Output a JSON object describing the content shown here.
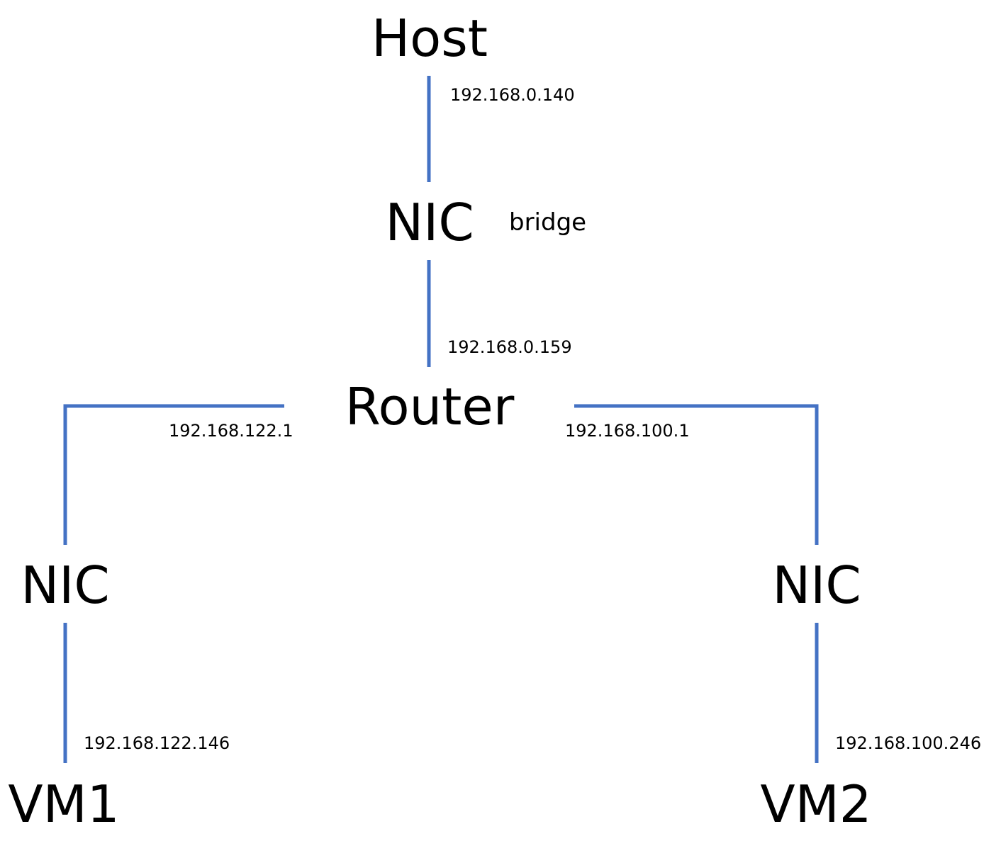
{
  "colors": {
    "link": "#4472C4",
    "text": "#000000",
    "background": "#FFFFFF"
  },
  "nodes": {
    "host": "Host",
    "nic_top": "NIC",
    "router": "Router",
    "nic_left": "NIC",
    "nic_right": "NIC",
    "vm1": "VM1",
    "vm2": "VM2"
  },
  "annotations": {
    "bridge": "bridge"
  },
  "ips": {
    "host_nic": "192.168.0.140",
    "nic_router": "192.168.0.159",
    "router_left": "192.168.122.1",
    "router_right": "192.168.100.1",
    "vm1": "192.168.122.146",
    "vm2": "192.168.100.246"
  }
}
